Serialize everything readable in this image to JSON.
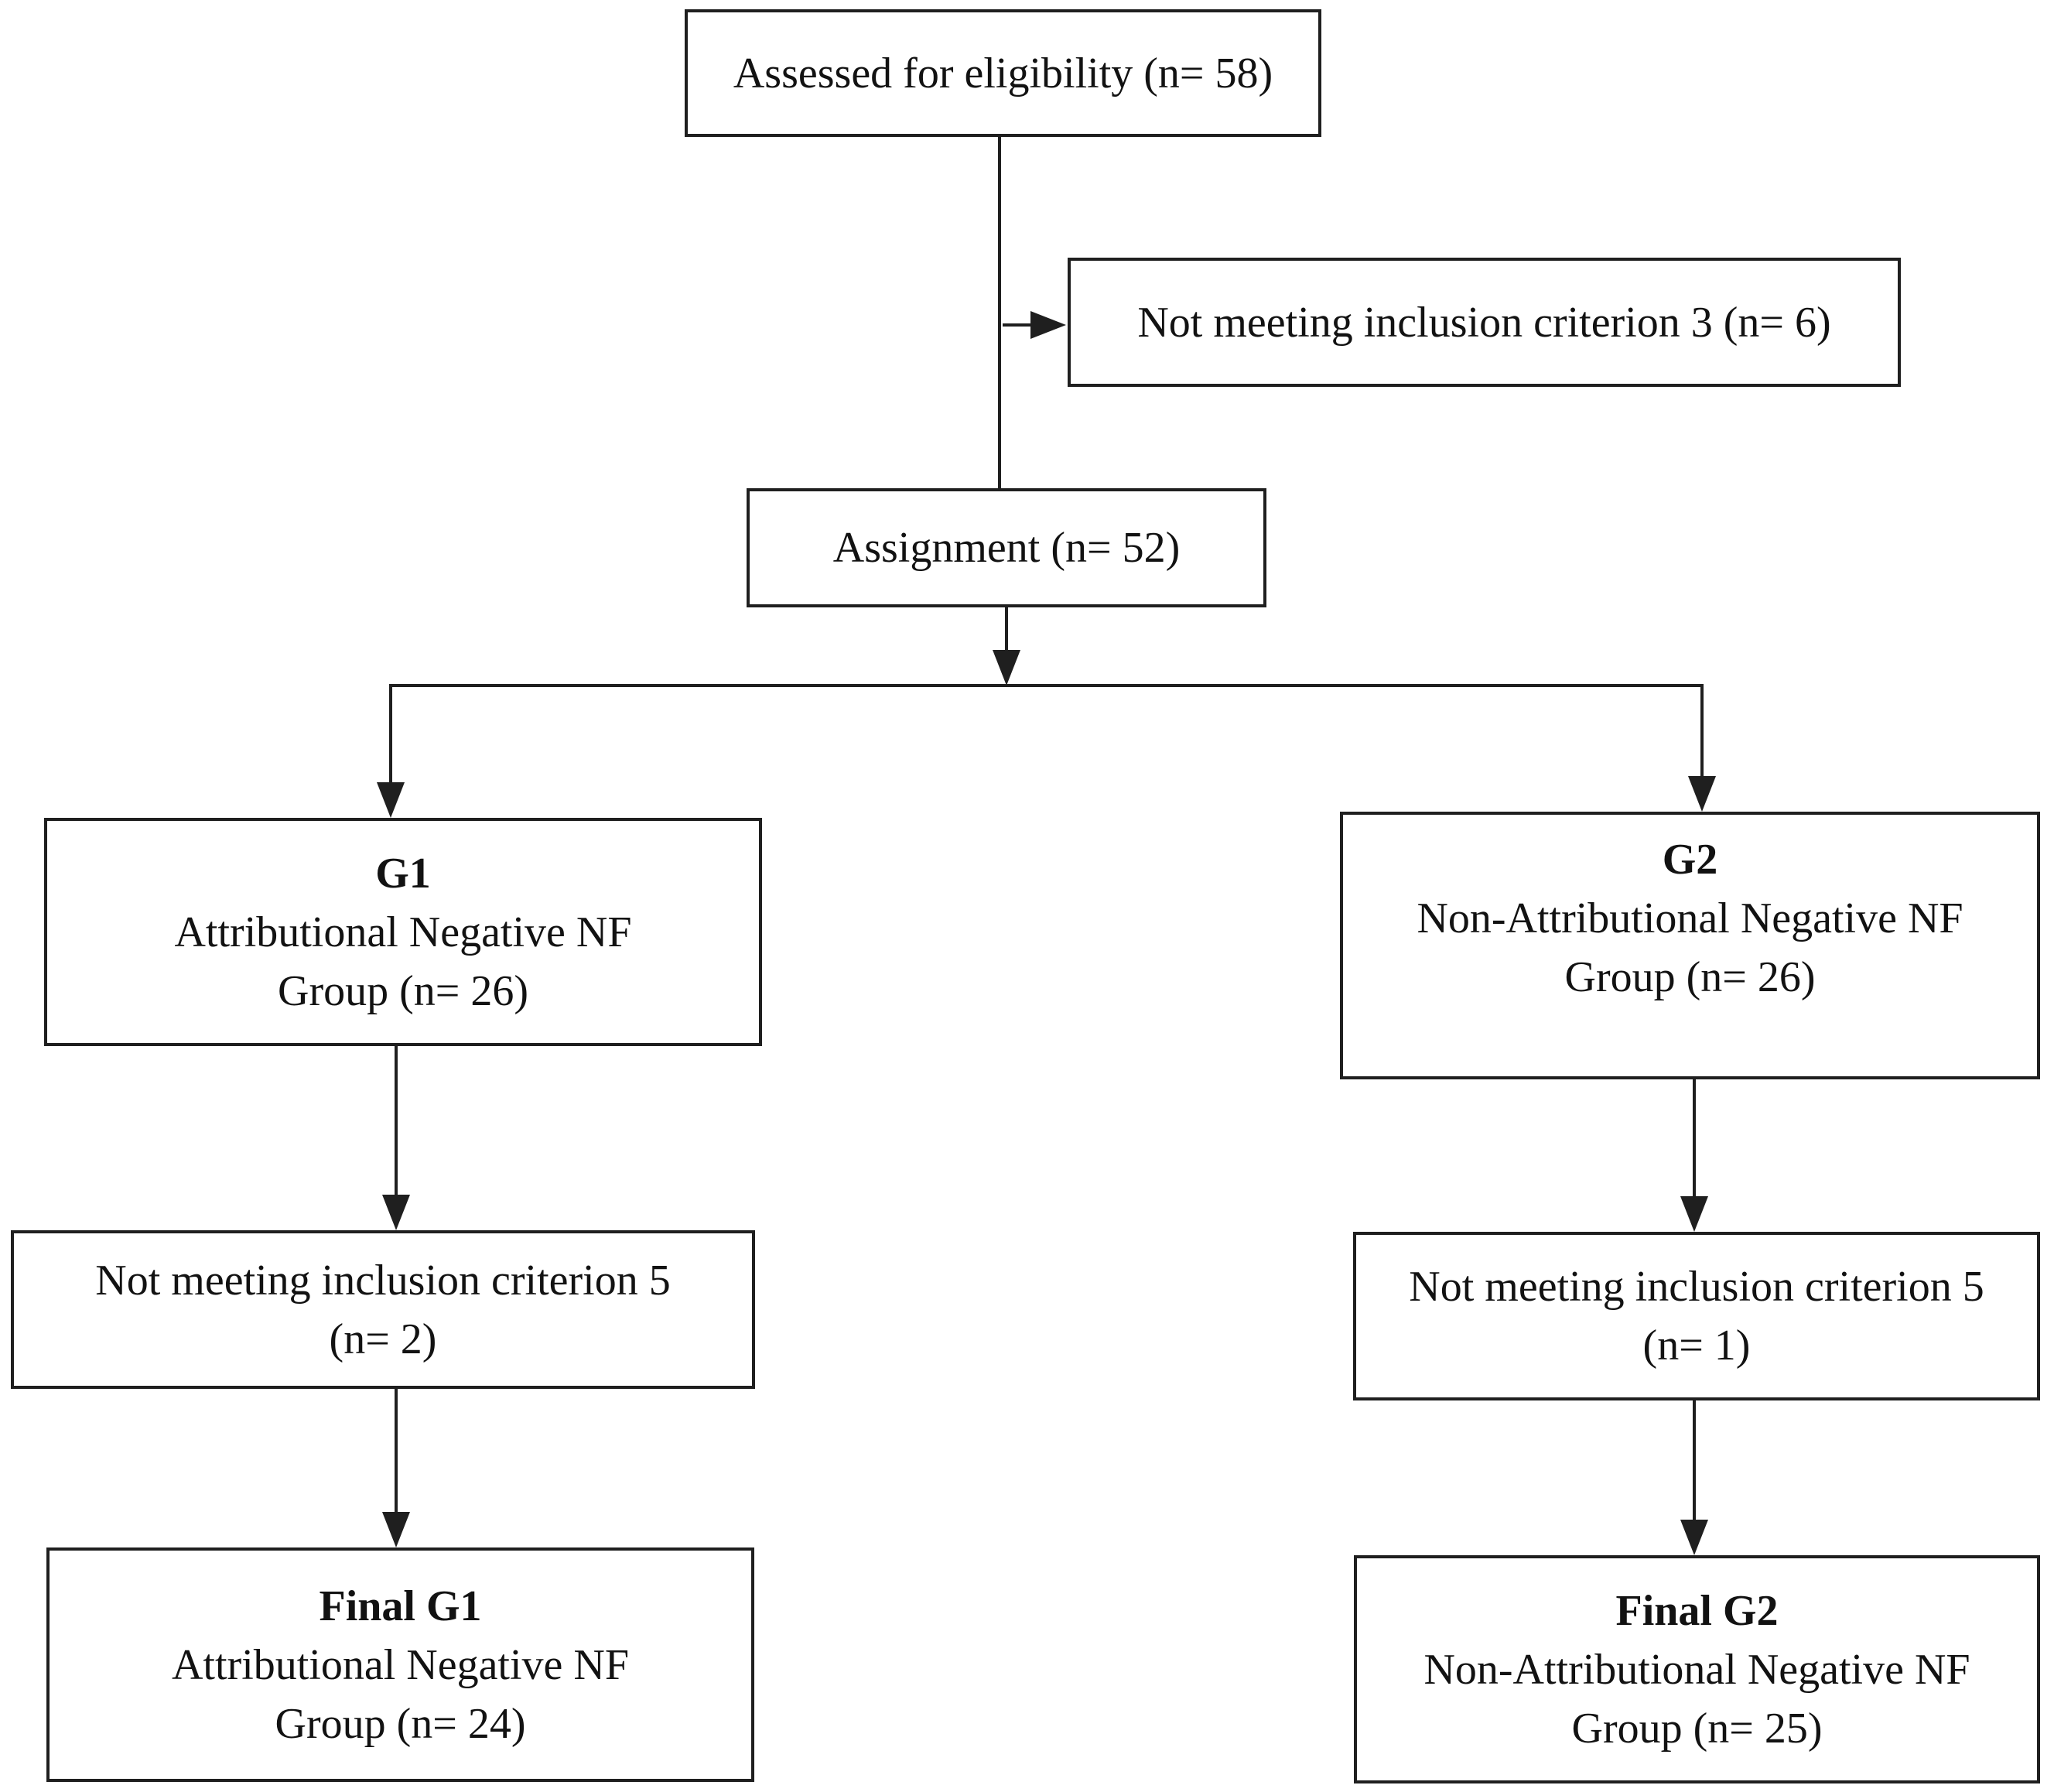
{
  "flowchart": {
    "background_color": "#ffffff",
    "line_color": "#1f1f1f",
    "text_color": "#121212",
    "nodes": {
      "assessed": {
        "label": "Assessed for eligibility (n= 58)"
      },
      "not_meeting_criterion_3": {
        "label": "Not meeting inclusion criterion 3 (n= 6)"
      },
      "assignment": {
        "label": "Assignment (n= 52)"
      },
      "g1": {
        "title": "G1",
        "subtitle": "Attributional Negative NF",
        "count": "Group (n= 26)"
      },
      "g2": {
        "title": "G2",
        "subtitle": "Non-Attributional Negative NF",
        "count": "Group (n= 26)"
      },
      "g1_exclusion": {
        "label": "Not meeting inclusion criterion 5",
        "count": "(n= 2)"
      },
      "g2_exclusion": {
        "label": "Not meeting inclusion criterion 5",
        "count": "(n= 1)"
      },
      "final_g1": {
        "title": "Final G1",
        "subtitle": "Attributional Negative NF",
        "count": "Group (n= 24)"
      },
      "final_g2": {
        "title": "Final G2",
        "subtitle": "Non-Attributional Negative NF",
        "count": "Group (n= 25)"
      }
    }
  }
}
